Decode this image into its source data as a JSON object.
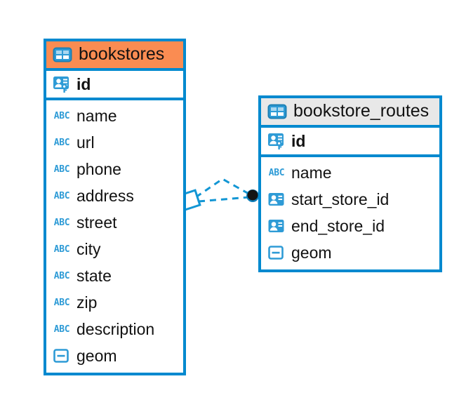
{
  "diagram": {
    "type": "er-diagram",
    "colors": {
      "accent_blue": "#0089CF",
      "header_highlight": "#FA8C52",
      "header_neutral": "#E8E8E8",
      "icon_blue": "#2E9BD6",
      "text": "#121212",
      "background": "#FFFFFF"
    }
  },
  "tables": [
    {
      "name": "bookstores",
      "header_icon": "table-icon",
      "header_style": "accent",
      "primary_keys": [
        {
          "name": "id",
          "icon": "primary-key-icon",
          "type": "pk"
        }
      ],
      "columns": [
        {
          "name": "name",
          "icon": "text-abc-icon",
          "type": "text"
        },
        {
          "name": "url",
          "icon": "text-abc-icon",
          "type": "text"
        },
        {
          "name": "phone",
          "icon": "text-abc-icon",
          "type": "text"
        },
        {
          "name": "address",
          "icon": "text-abc-icon",
          "type": "text"
        },
        {
          "name": "street",
          "icon": "text-abc-icon",
          "type": "text"
        },
        {
          "name": "city",
          "icon": "text-abc-icon",
          "type": "text"
        },
        {
          "name": "state",
          "icon": "text-abc-icon",
          "type": "text"
        },
        {
          "name": "zip",
          "icon": "text-abc-icon",
          "type": "text"
        },
        {
          "name": "description",
          "icon": "text-abc-icon",
          "type": "text"
        },
        {
          "name": "geom",
          "icon": "geometry-icon",
          "type": "geometry"
        }
      ]
    },
    {
      "name": "bookstore_routes",
      "header_icon": "table-icon",
      "header_style": "neutral",
      "primary_keys": [
        {
          "name": "id",
          "icon": "primary-key-icon",
          "type": "pk"
        }
      ],
      "columns": [
        {
          "name": "name",
          "icon": "text-abc-icon",
          "type": "text"
        },
        {
          "name": "start_store_id",
          "icon": "foreign-key-icon",
          "type": "fk"
        },
        {
          "name": "end_store_id",
          "icon": "foreign-key-icon",
          "type": "fk"
        },
        {
          "name": "geom",
          "icon": "geometry-icon",
          "type": "geometry"
        }
      ]
    }
  ],
  "relationship": {
    "name": "bookstores-to-bookstore_routes",
    "style": "dashed",
    "source_endpoint": "diamond",
    "target_endpoint": "filled-circle",
    "color": "#0089CF"
  },
  "icon_glyphs": {
    "text_abc_label": "ABC"
  }
}
